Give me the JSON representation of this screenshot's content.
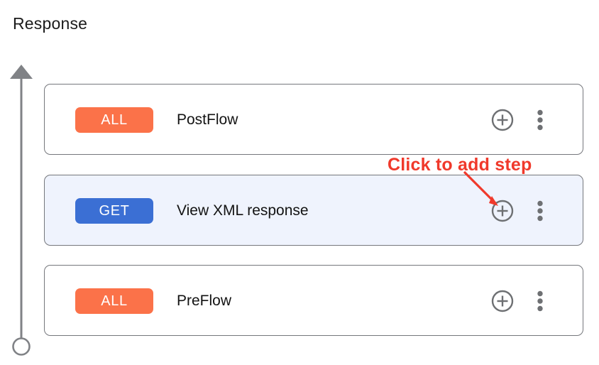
{
  "page": {
    "title": "Response",
    "background_color": "#ffffff"
  },
  "timeline": {
    "name": "flow-direction-rail",
    "line_color": "#808286",
    "arrow_direction": "up",
    "endpoint_marker": "circle"
  },
  "colors": {
    "badge_all": "#fb7249",
    "badge_get": "#3b6fd4",
    "selected_row_background": "#eff3fd",
    "card_border": "#75777c",
    "annotation_red": "#f0392b",
    "icon_gray": "#6e7073",
    "label_text": "#131313"
  },
  "flow_rows": [
    {
      "badge": "ALL",
      "badge_type": "all",
      "label": "PostFlow",
      "selected": false,
      "add_icon": "plus-circle-icon",
      "menu_icon": "more-vertical-icon"
    },
    {
      "badge": "GET",
      "badge_type": "get",
      "label": "View XML response",
      "selected": true,
      "add_icon": "plus-circle-icon",
      "menu_icon": "more-vertical-icon"
    },
    {
      "badge": "ALL",
      "badge_type": "all",
      "label": "PreFlow",
      "selected": false,
      "add_icon": "plus-circle-icon",
      "menu_icon": "more-vertical-icon"
    }
  ],
  "annotation": {
    "text": "Click to add step",
    "points_to": "add-step-button-row-2"
  }
}
